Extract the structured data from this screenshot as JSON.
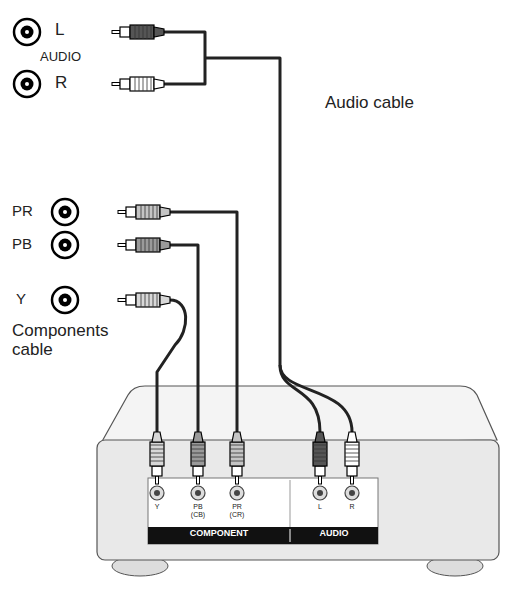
{
  "diagram": {
    "labels": [
      "L",
      "AUDIO",
      "R",
      "PR",
      "PB",
      "Y",
      "Audio cable",
      "Components cable",
      "Y",
      "PB (CB)",
      "PR (CR)",
      "L",
      "R",
      "COMPONENT",
      "AUDIO"
    ]
  }
}
